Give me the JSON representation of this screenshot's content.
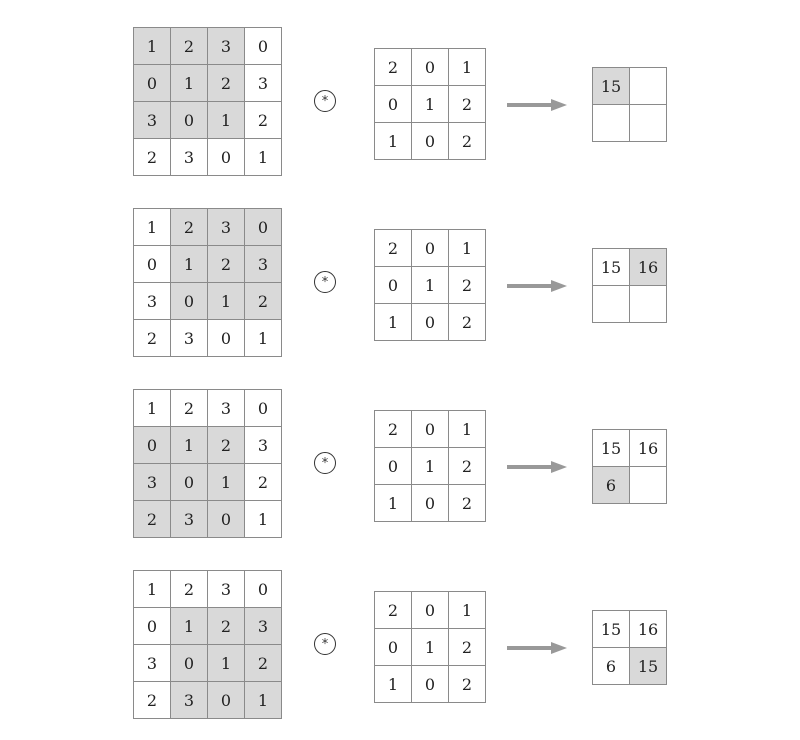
{
  "input_matrix": [
    [
      "1",
      "2",
      "3",
      "0"
    ],
    [
      "0",
      "1",
      "2",
      "3"
    ],
    [
      "3",
      "0",
      "1",
      "2"
    ],
    [
      "2",
      "3",
      "0",
      "1"
    ]
  ],
  "kernel_matrix": [
    [
      "2",
      "0",
      "1"
    ],
    [
      "0",
      "1",
      "2"
    ],
    [
      "1",
      "0",
      "2"
    ]
  ],
  "operator_symbol": "*",
  "colors": {
    "highlight": "#d9d9d9",
    "grid_line": "#8a8a8a",
    "arrow": "#999999"
  },
  "steps": [
    {
      "window_row": 0,
      "window_col": 0,
      "output": [
        [
          "15",
          ""
        ],
        [
          "",
          ""
        ]
      ],
      "output_highlight": [
        0,
        0
      ]
    },
    {
      "window_row": 0,
      "window_col": 1,
      "output": [
        [
          "15",
          "16"
        ],
        [
          "",
          ""
        ]
      ],
      "output_highlight": [
        0,
        1
      ]
    },
    {
      "window_row": 1,
      "window_col": 0,
      "output": [
        [
          "15",
          "16"
        ],
        [
          "6",
          ""
        ]
      ],
      "output_highlight": [
        1,
        0
      ]
    },
    {
      "window_row": 1,
      "window_col": 1,
      "output": [
        [
          "15",
          "16"
        ],
        [
          "6",
          "15"
        ]
      ],
      "output_highlight": [
        1,
        1
      ]
    }
  ]
}
